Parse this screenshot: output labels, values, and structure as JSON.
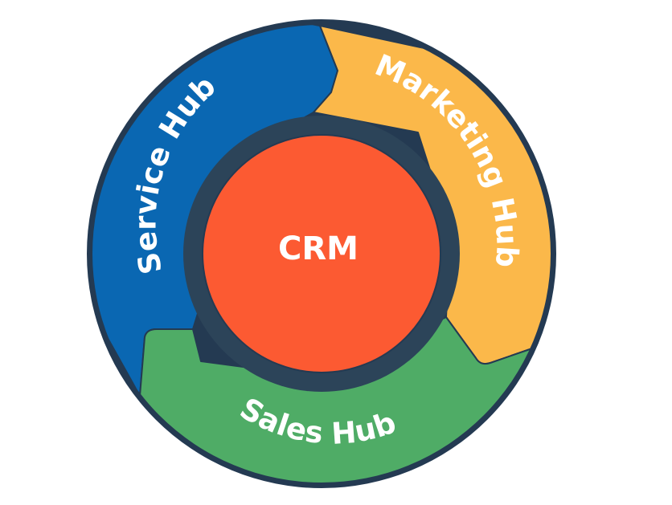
{
  "diagram": {
    "center": {
      "label": "CRM",
      "color": "#fc5a32"
    },
    "segments": [
      {
        "key": "service",
        "label": "Service Hub",
        "color": "#0a67b2"
      },
      {
        "key": "marketing",
        "label": "Marketing Hub",
        "color": "#fbb84a"
      },
      {
        "key": "sales",
        "label": "Sales Hub",
        "color": "#4fac66"
      }
    ],
    "outline_color": "#243a52",
    "inner_ring_color": "#2c4459",
    "label_color": "#ffffff"
  }
}
